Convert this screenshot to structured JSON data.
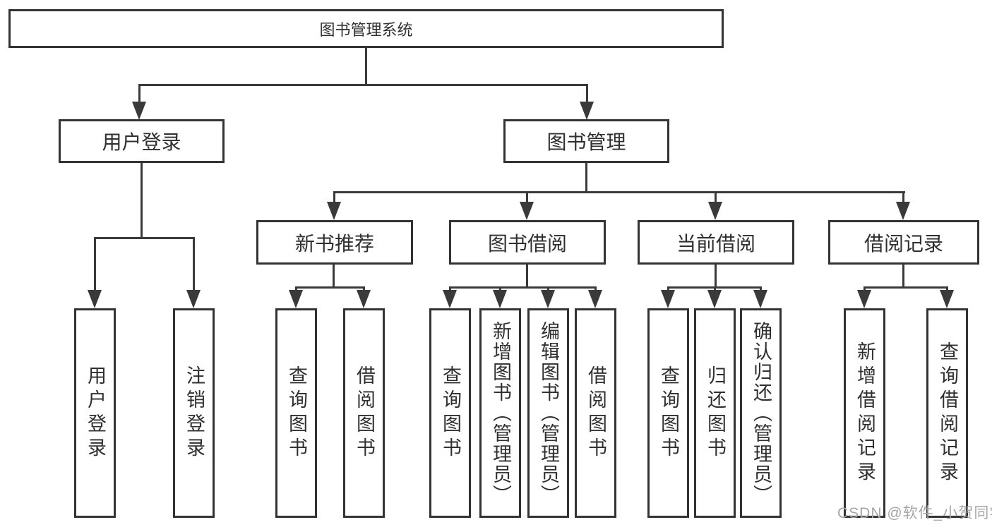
{
  "diagram": {
    "title": "图书管理系统",
    "level2": [
      {
        "label": "用户登录",
        "children": [
          "用户登录",
          "注销登录"
        ]
      },
      {
        "label": "图书管理"
      }
    ],
    "level3": [
      {
        "label": "新书推荐",
        "children": [
          "查询图书",
          "借阅图书"
        ]
      },
      {
        "label": "图书借阅",
        "children": [
          "查询图书",
          "新增图书（管理员）",
          "编辑图书（管理员）",
          "借阅图书"
        ]
      },
      {
        "label": "当前借阅",
        "children": [
          "查询图书",
          "归还图书",
          "确认归还（管理员）"
        ]
      },
      {
        "label": "借阅记录",
        "children": [
          "新增借阅记录",
          "查询借阅记录"
        ]
      }
    ],
    "watermark": "CSDN @软件_小贺同学",
    "colors": {
      "line": "#3a3a3a",
      "border": "#333333",
      "text": "#2f2f2f",
      "watermark": "#a6a6a6",
      "background": "#ffffff"
    }
  }
}
